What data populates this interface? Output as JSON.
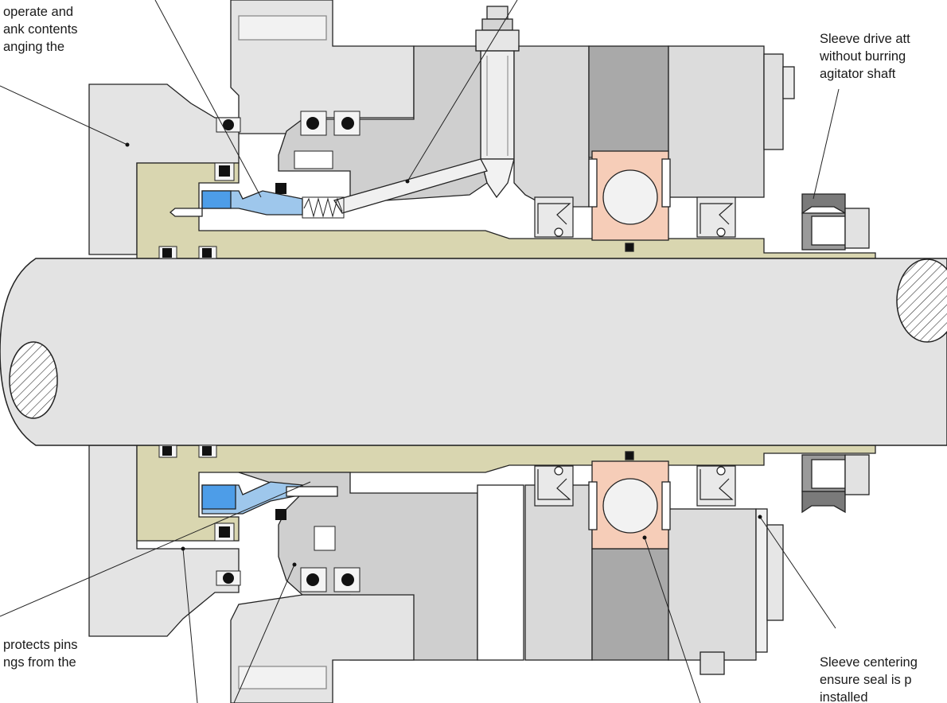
{
  "annotations": {
    "top_left": [
      "operate and",
      "ank contents",
      "anging the"
    ],
    "top_right": [
      "Sleeve drive att",
      "without burring",
      "agitator shaft"
    ],
    "bottom_left": [
      "protects pins",
      "ngs from the"
    ],
    "bottom_right": [
      "Sleeve centering",
      "ensure seal is p",
      "installed"
    ]
  },
  "colors": {
    "background": "#ffffff",
    "shaft": "#e3e3e3",
    "housing_light": "#e4e4e4",
    "housing_mid": "#cfcfcf",
    "housing_dark": "#a9a9a9",
    "sleeve": "#d9d6b0",
    "seal_face": "#9ec7ec",
    "seal_face_dark": "#4d9de8",
    "bearing_race": "#f6cdb8",
    "bearing_ball": "#f2f2f2",
    "drive_collar": "#7a7a7a",
    "oring": "#111111",
    "line": "#222222"
  },
  "icons": {
    "hatching": "hatch-pattern",
    "oring": "oring-icon",
    "bearing": "ball-bearing-icon",
    "spring": "spring-icon",
    "grease_fitting": "grease-fitting-icon"
  }
}
